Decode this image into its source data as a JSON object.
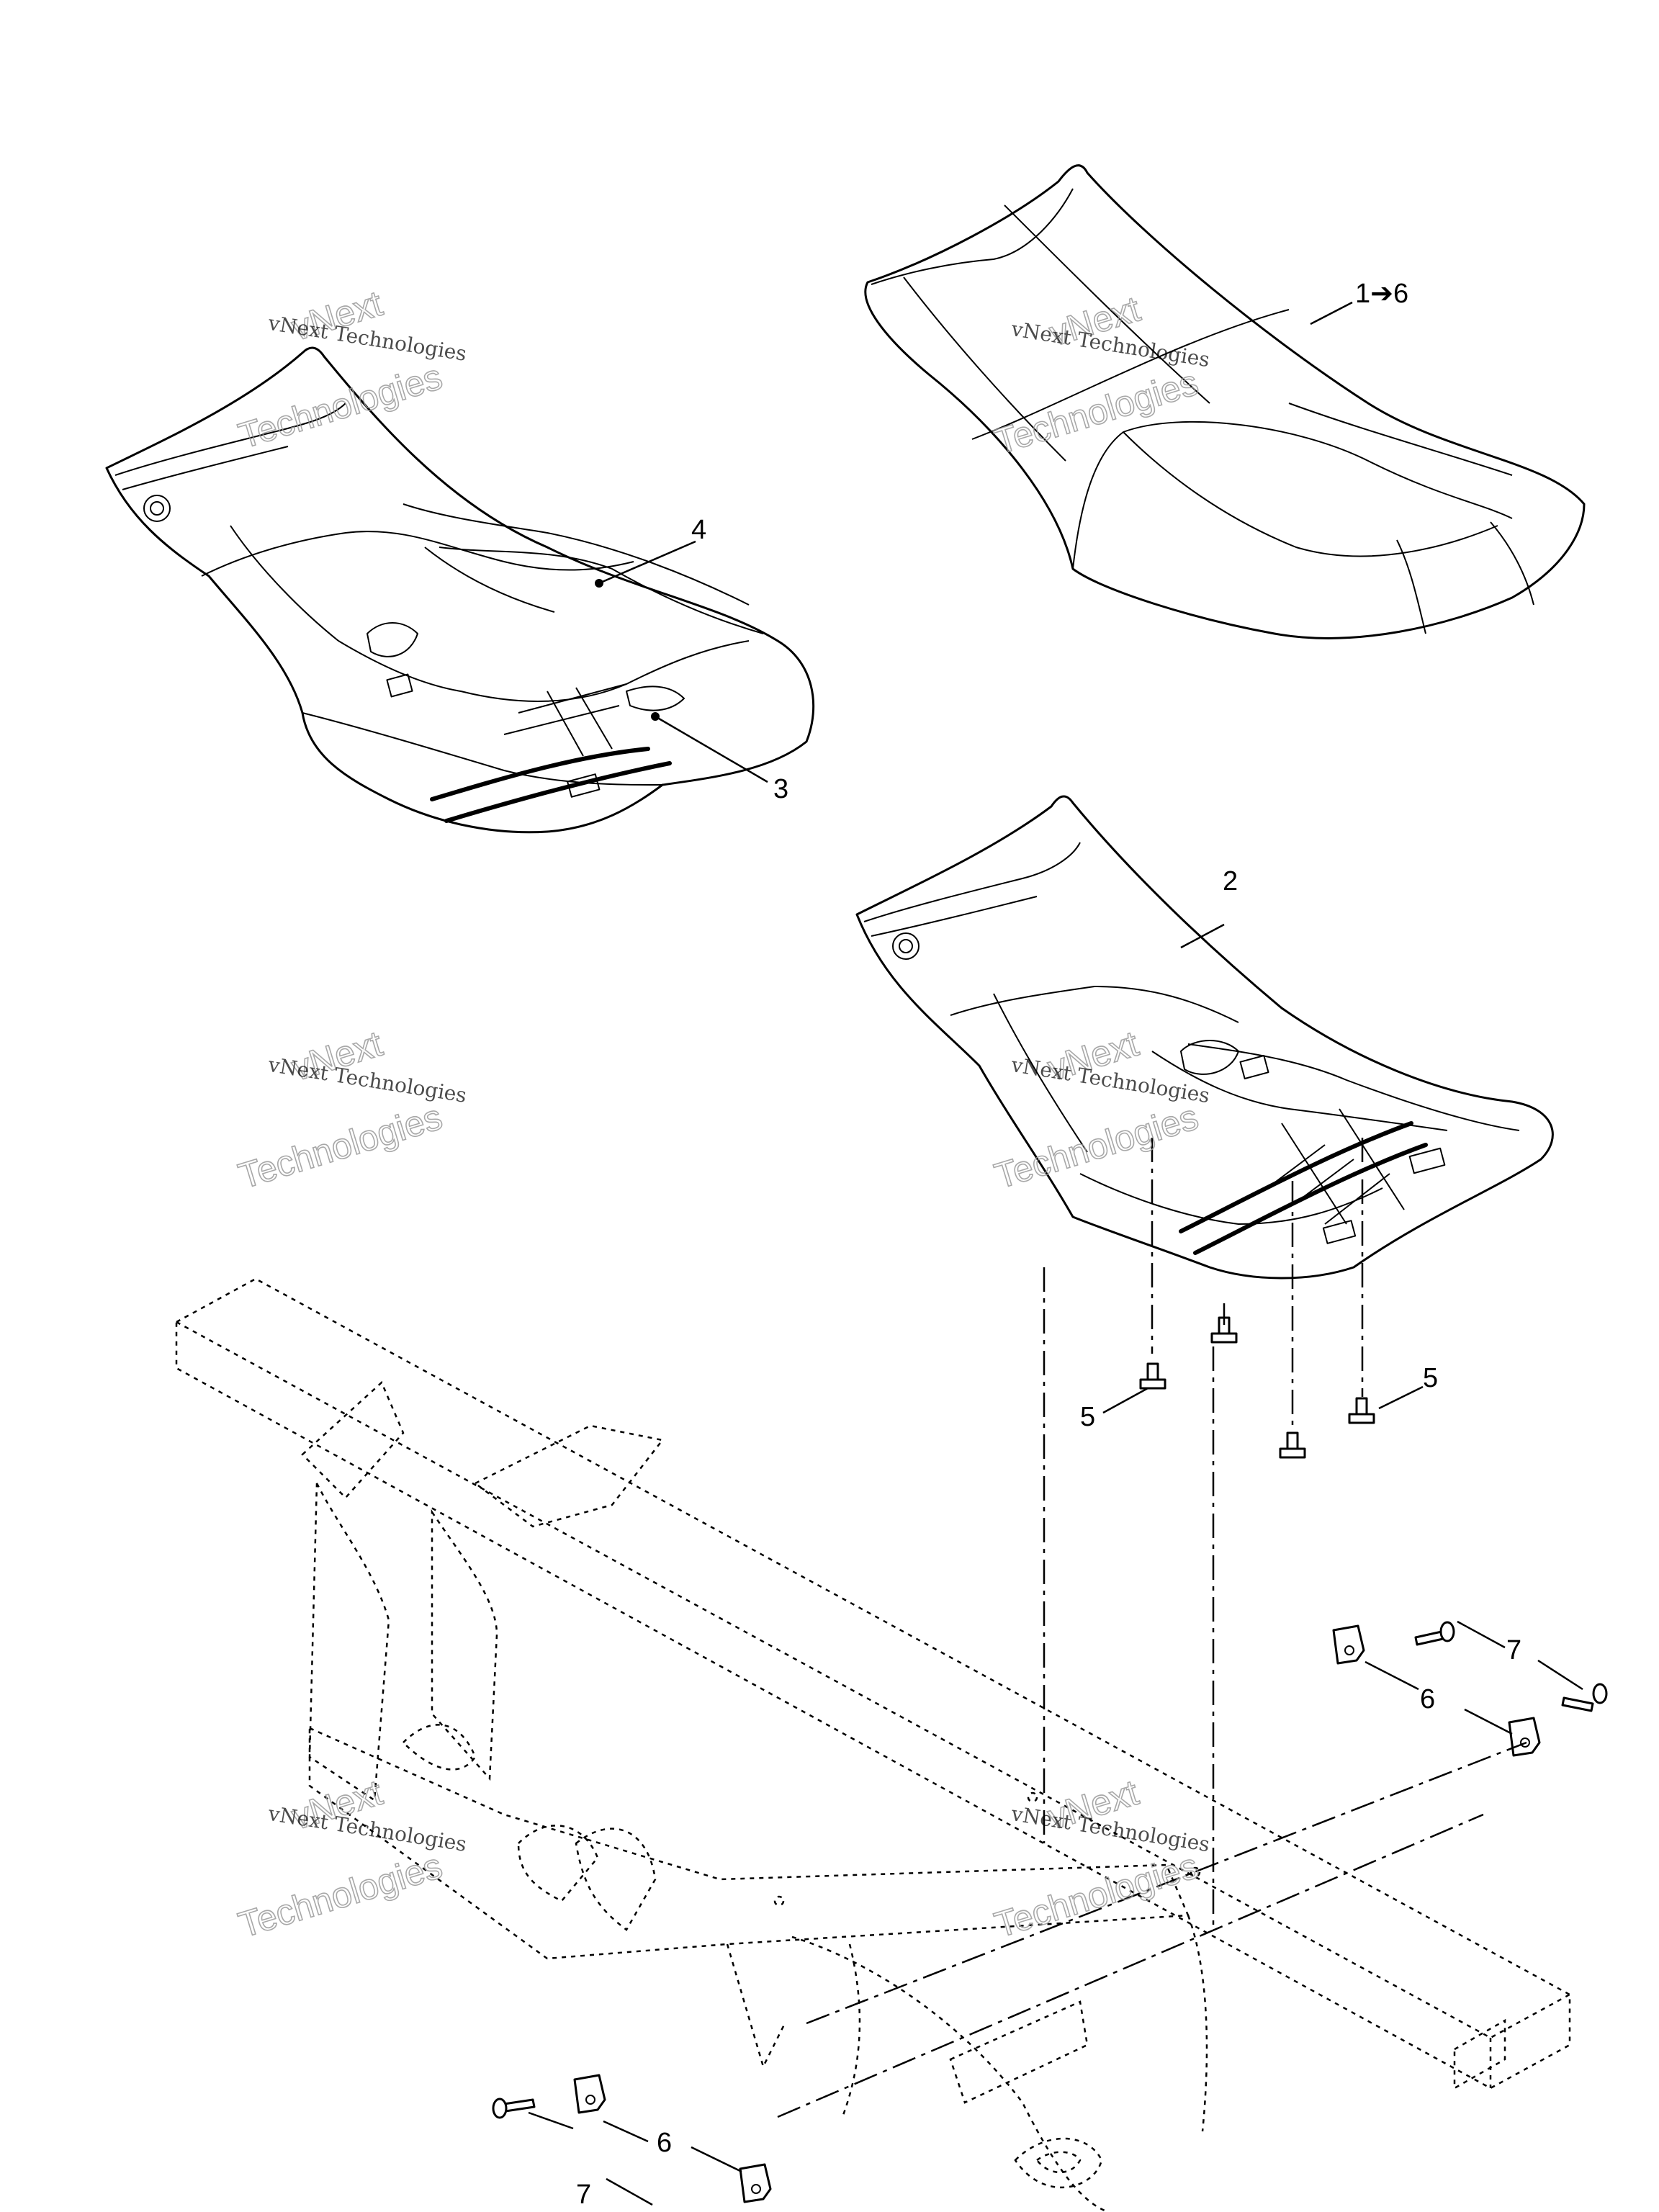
{
  "callouts": {
    "seat_assembly": "1➔6",
    "seat_base": "2",
    "seat_cover": "3",
    "seat_foam": "4",
    "bumper_left": "5",
    "bumper_right": "5",
    "latch_upper": "6",
    "latch_lower": "6",
    "screw_upper": "7",
    "screw_lower": "7"
  },
  "watermark": {
    "company": "vNext Technologies",
    "brand_top": "vNext",
    "brand_bottom": "Technologies"
  }
}
